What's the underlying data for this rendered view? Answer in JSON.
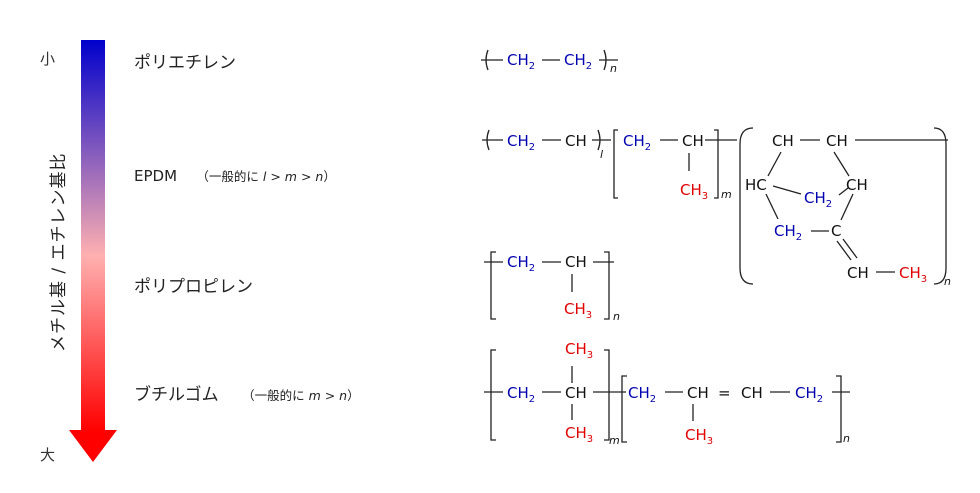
{
  "scale": {
    "top_label": "小",
    "bottom_label": "大",
    "axis_title": "メチル基 / エチレン基比",
    "colors": {
      "top": "#0000cc",
      "middle": "#ffb0b0",
      "bottom": "#ff0000"
    }
  },
  "polymers": [
    {
      "name": "ポリエチレン",
      "note": ""
    },
    {
      "name": "EPDM",
      "note_prefix": "（一般的に ",
      "note_vars": "l > m > n",
      "note_suffix": "）"
    },
    {
      "name": "ポリプロピレン",
      "note": ""
    },
    {
      "name": "ブチルゴム",
      "note_prefix": "（一般的に ",
      "note_vars": "m > n",
      "note_suffix": "）"
    }
  ],
  "formula": {
    "ch2": "CH",
    "ch": "CH",
    "ch3": "CH",
    "hc": "HC",
    "c": "C",
    "sub2": "2",
    "sub3": "3",
    "eq": "=",
    "idx_l": "l",
    "idx_m": "m",
    "idx_n": "n"
  }
}
